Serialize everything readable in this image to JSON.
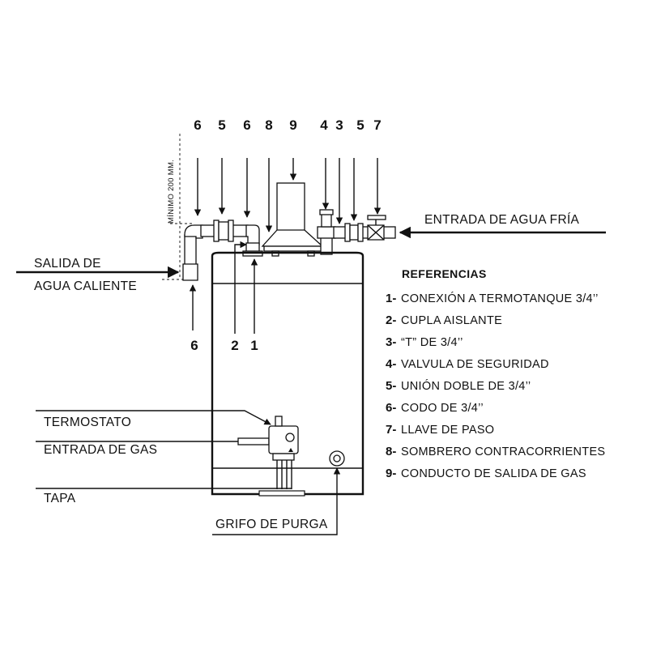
{
  "top_numbers": [
    "6",
    "5",
    "6",
    "8",
    "9",
    "4",
    "3",
    "5",
    "7"
  ],
  "bottom_numbers": [
    "6",
    "2",
    "1"
  ],
  "dimension_label": "MÍNIMO 200 MM.",
  "labels": {
    "cold_water_inlet": "ENTRADA DE AGUA FRÍA",
    "hot_water_outlet_line1": "SALIDA DE",
    "hot_water_outlet_line2": "AGUA CALIENTE",
    "thermostat": "TERMOSTATO",
    "gas_inlet": "ENTRADA DE GAS",
    "cover": "TAPA",
    "drain_valve": "GRIFO DE PURGA"
  },
  "references": {
    "title": "REFERENCIAS",
    "items": [
      {
        "n": "1-",
        "text": "CONEXIÓN A TERMOTANQUE 3/4’’"
      },
      {
        "n": "2-",
        "text": "CUPLA AISLANTE"
      },
      {
        "n": "3-",
        "text": "“T” DE 3/4’’"
      },
      {
        "n": "4-",
        "text": "VALVULA DE SEGURIDAD"
      },
      {
        "n": "5-",
        "text": "UNIÓN DOBLE DE 3/4’’"
      },
      {
        "n": "6-",
        "text": "CODO DE 3/4’’"
      },
      {
        "n": "7-",
        "text": "LLAVE DE PASO"
      },
      {
        "n": "8-",
        "text": "SOMBRERO CONTRACORRIENTES"
      },
      {
        "n": "9-",
        "text": "CONDUCTO DE SALIDA DE GAS"
      }
    ]
  }
}
